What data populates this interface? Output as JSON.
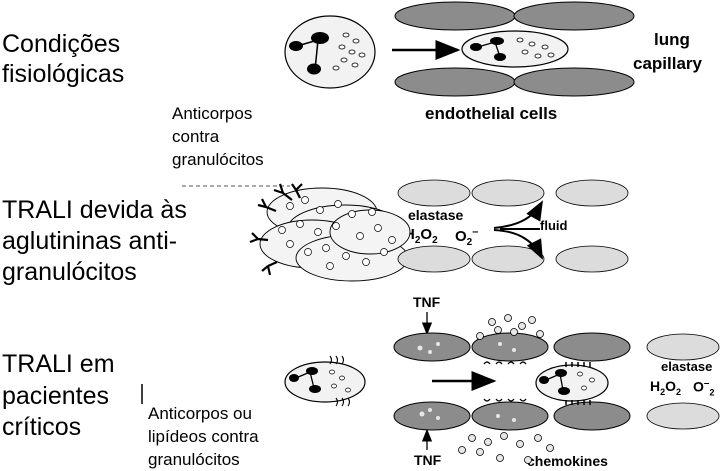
{
  "row1": {
    "label_line1": "Condições",
    "label_line2": "fisiológicas",
    "lung_line1": "lung",
    "lung_line2": "capillary",
    "endothelial": "endothelial cells"
  },
  "row2": {
    "antibody_line1": "Anticorpos",
    "antibody_line2": "contra",
    "antibody_line3": "granulócitos",
    "label_line1": "TRALI devida às",
    "label_line2": "aglutininas anti-",
    "label_line3": "granulócitos",
    "elastase": "elastase",
    "h2o2": "H",
    "h2o2_sub": "2",
    "h2o2_o": "O",
    "h2o2_sub2": "2",
    "o2": "O",
    "o2_sup": "2",
    "o2_minus": "–",
    "fluid": "fluid"
  },
  "row3": {
    "label_line1": "TRALI em",
    "label_line2": "pacientes",
    "label_line3": "críticos",
    "antibody_line1": "Anticorpos  ou",
    "antibody_line2": "lipídeos contra",
    "antibody_line3": "granulócitos",
    "tnf_top": "TNF",
    "tnf_bottom": "TNF",
    "chemokines": "chemokines",
    "elastase": "elastase",
    "h2o2": "H",
    "h2o2_sub": "2",
    "h2o2_o": "O",
    "h2o2_sub2": "2",
    "o2": "O",
    "o2_minus": "–",
    "o2_sub": "2"
  },
  "colors": {
    "endothelial_dark": "#8c8c8c",
    "endothelial_light": "#dcdcdc",
    "cell_fill": "#f2f2f2",
    "ink": "#000000"
  }
}
